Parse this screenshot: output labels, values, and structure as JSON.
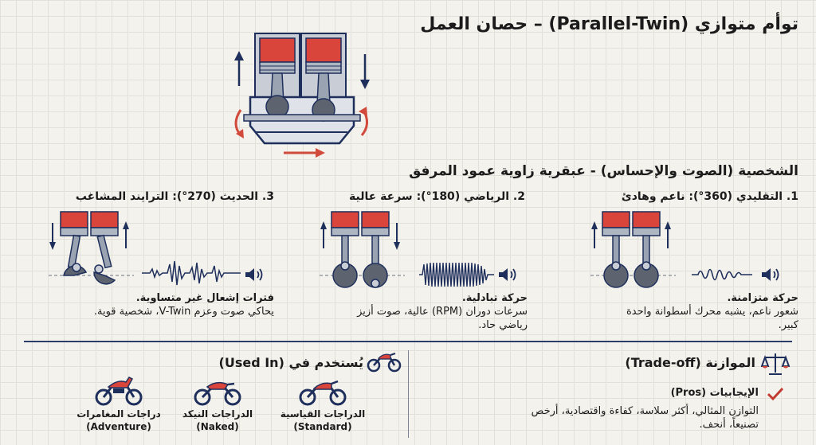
{
  "title": "توأم متوازي (Parallel-Twin) – حصان العمل",
  "subtitle": "الشخصية (الصوت والإحساس) - عبقرية زاوية عمود المرفق",
  "configs": [
    {
      "heading": "1. التقليدي (360°): ناعم وهادئ",
      "desc_title": "حركة متزامنة.",
      "desc_text": "شعور ناعم، يشبه محرك أسطوانة واحدة كبير."
    },
    {
      "heading": "2. الرياضي (180°): سرعة عالية",
      "desc_title": "حركة تبادلية.",
      "desc_text": "سرعات دوران (RPM) عالية، صوت أزيز رياضي حاد."
    },
    {
      "heading": "3. الحديث (270°): الترايند المشاغب",
      "desc_title": "فترات إشعال غير متساوية.",
      "desc_text": "يحاكي صوت وعزم V-Twin، شخصية قوية."
    }
  ],
  "tradeoff": {
    "title": "الموازنة (Trade-off)",
    "pros_title": "الإيجابيات (Pros)",
    "pros_text": "التوازن المثالي، أكثر سلاسة، كفاءة واقتصادية، أرخص تصنيعاً، أنحف."
  },
  "used_in": {
    "title": "يُستخدم في (Used In)",
    "bikes": [
      {
        "name": "الدراجات القياسية",
        "sub": "(Standard)"
      },
      {
        "name": "الدراجات النيكد",
        "sub": "(Naked)"
      },
      {
        "name": "دراجات المغامرات",
        "sub": "(Adventure)"
      }
    ]
  },
  "colors": {
    "piston_red": "#d9443b",
    "navy": "#1f2f5c",
    "steel": "#9aa3b1",
    "arrow_red": "#d24a3c",
    "grid": "#e2e1d9"
  },
  "icons": [
    "engine-illustration",
    "sound-wave-icon",
    "speaker-icon",
    "balance-scale-icon",
    "check-icon",
    "motorcycle-icon"
  ]
}
